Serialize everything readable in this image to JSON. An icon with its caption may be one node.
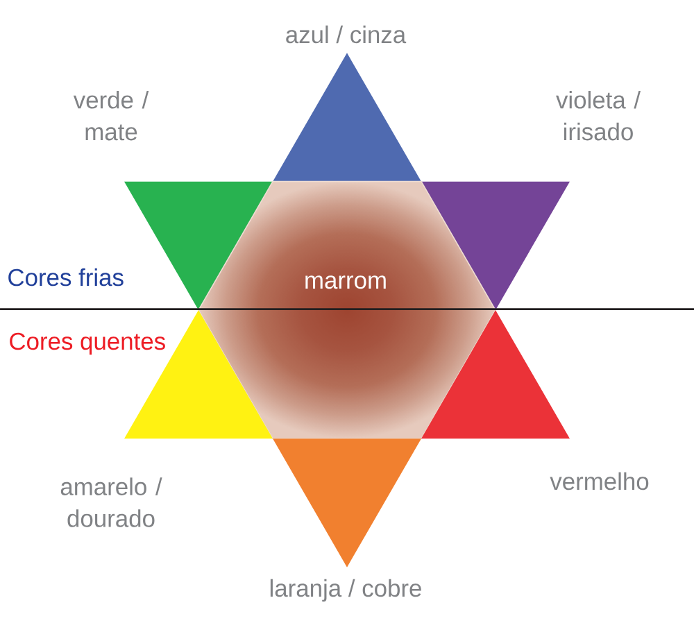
{
  "diagram": {
    "nodes": [
      {
        "text": [
          "azul / cinza"
        ]
      },
      {
        "text": [
          "verde / mate"
        ]
      },
      {
        "text": [
          "violeta / irisado"
        ]
      },
      {
        "text": [
          "marrom"
        ]
      },
      {
        "text": [
          "amarelo / dourado"
        ]
      },
      {
        "text": [
          "vermelho"
        ]
      },
      {
        "text": [
          "laranja / cobre"
        ]
      }
    ],
    "labels": [
      "Cores frias",
      "Cores quentes"
    ]
  }
}
